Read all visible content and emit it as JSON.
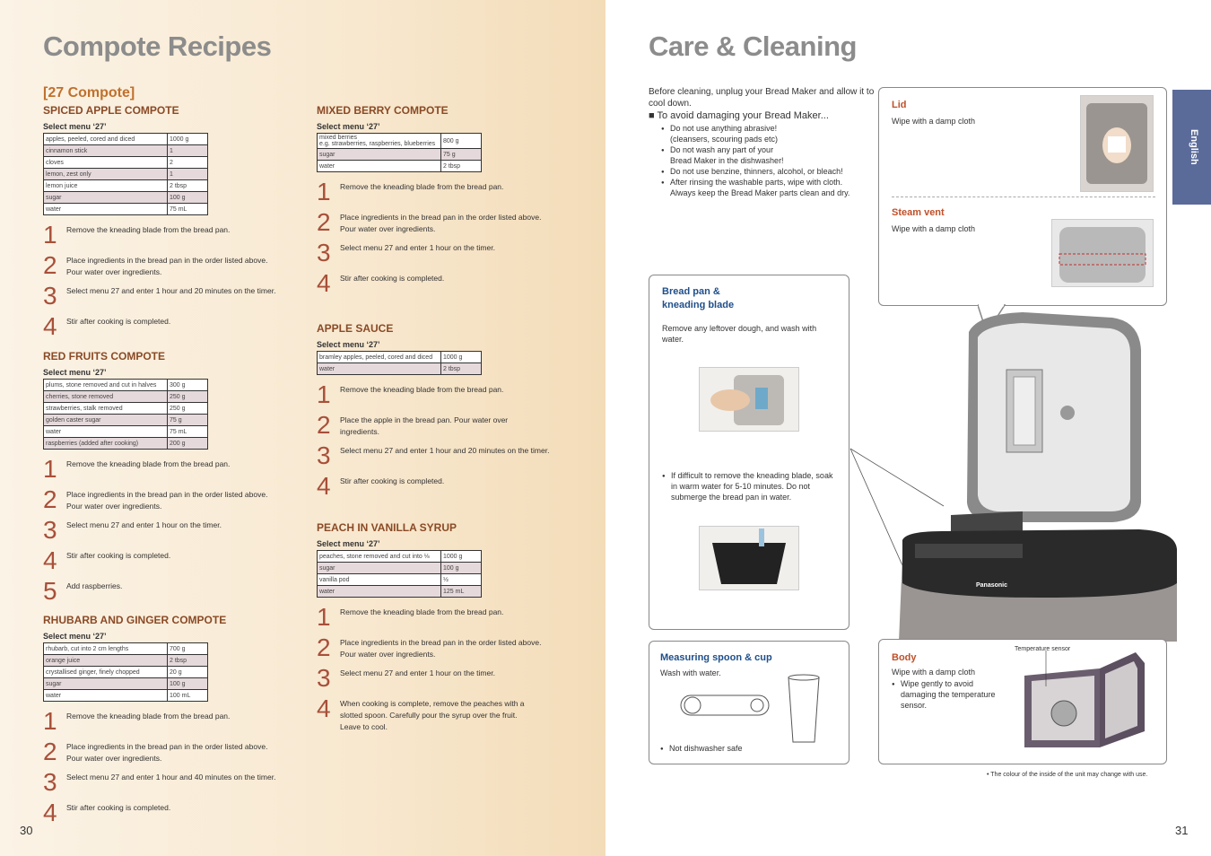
{
  "left": {
    "title": "Compote Recipes",
    "section": "[27 Compote]",
    "page_number": "30",
    "recipes": [
      {
        "title": "SPICED APPLE COMPOTE",
        "select": "Select menu ‘27’",
        "ingredients": [
          [
            "apples, peeled, cored and diced",
            "1000 g"
          ],
          [
            "cinnamon stick",
            "1"
          ],
          [
            "cloves",
            "2"
          ],
          [
            "lemon, zest only",
            "1"
          ],
          [
            "lemon juice",
            "2 tbsp"
          ],
          [
            "sugar",
            "100 g"
          ],
          [
            "water",
            "75 mL"
          ]
        ],
        "steps": [
          "Remove the kneading blade from the bread pan.",
          "Place ingredients in the bread pan in the order listed above.\nPour water over ingredients.",
          "Select menu 27 and enter 1 hour and 20 minutes on the timer.",
          "Stir after cooking is completed."
        ]
      },
      {
        "title": "RED FRUITS COMPOTE",
        "select": "Select menu ‘27’",
        "ingredients": [
          [
            "plums, stone removed and cut in halves",
            "300 g"
          ],
          [
            "cherries, stone removed",
            "250 g"
          ],
          [
            "strawberries, stalk removed",
            "250 g"
          ],
          [
            "golden caster sugar",
            "75 g"
          ],
          [
            "water",
            "75 mL"
          ],
          [
            "raspberries (added after cooking)",
            "200 g"
          ]
        ],
        "steps": [
          "Remove the kneading blade from the bread pan.",
          "Place ingredients in the bread pan in the order listed above.\nPour water over ingredients.",
          "Select menu 27 and enter 1 hour on the timer.",
          "Stir after cooking is completed.",
          "Add raspberries."
        ]
      },
      {
        "title": "RHUBARB AND GINGER COMPOTE",
        "select": "Select menu ‘27’",
        "ingredients": [
          [
            "rhubarb, cut into 2 cm lengths",
            "700 g"
          ],
          [
            "orange juice",
            "2 tbsp"
          ],
          [
            "crystallised ginger, finely chopped",
            "20 g"
          ],
          [
            "sugar",
            "100 g"
          ],
          [
            "water",
            "100 mL"
          ]
        ],
        "steps": [
          "Remove the kneading blade from the bread pan.",
          "Place ingredients in the bread pan in the order listed above.\nPour water over ingredients.",
          "Select menu 27 and enter 1 hour and 40 minutes on the timer.",
          "Stir after cooking is completed."
        ]
      },
      {
        "title": "MIXED BERRY COMPOTE",
        "select": "Select menu ‘27’",
        "ingredients": [
          [
            "mixed berries\ne.g. strawberries, raspberries, blueberries",
            "800 g"
          ],
          [
            "sugar",
            "75 g"
          ],
          [
            "water",
            "2 tbsp"
          ]
        ],
        "steps": [
          "Remove the kneading blade from the bread pan.",
          "Place ingredients in the bread pan in the order listed above.\nPour water over ingredients.",
          "Select menu 27 and enter 1 hour on the timer.",
          "Stir after cooking is completed."
        ]
      },
      {
        "title": "APPLE SAUCE",
        "select": "Select menu ‘27’",
        "ingredients": [
          [
            "bramley apples, peeled, cored and diced",
            "1000 g"
          ],
          [
            "water",
            "2 tbsp"
          ]
        ],
        "steps": [
          "Remove the kneading blade from the bread pan.",
          "Place the apple in the bread pan. Pour water over\ningredients.",
          "Select menu 27 and enter 1 hour and 20 minutes on the timer.",
          "Stir after cooking is completed."
        ]
      },
      {
        "title": "PEACH IN VANILLA SYRUP",
        "select": "Select menu ‘27’",
        "ingredients": [
          [
            "peaches, stone removed and cut into ⅛",
            "1000 g"
          ],
          [
            "sugar",
            "100 g"
          ],
          [
            "vanilla pod",
            "½"
          ],
          [
            "water",
            "125 mL"
          ]
        ],
        "steps": [
          "Remove the kneading blade from the bread pan.",
          "Place ingredients in the bread pan in the order listed above.\nPour water over ingredients.",
          "Select menu 27 and enter 1 hour on the timer.",
          "When cooking is complete, remove the peaches with a\nslotted spoon. Carefully pour the syrup over the fruit.\nLeave to cool."
        ]
      }
    ]
  },
  "right": {
    "title": "Care & Cleaning",
    "page_number": "31",
    "side_tab": "English",
    "intro": "Before cleaning, unplug your Bread Maker and allow it to cool down.",
    "intro_sub": "■ To avoid damaging your Bread Maker...",
    "intro_bullets": [
      "Do not use anything abrasive!\n(cleansers, scouring pads etc)",
      "Do not wash any part of your\nBread Maker in the dishwasher!",
      "Do not use benzine, thinners, alcohol, or bleach!",
      "After rinsing the washable parts, wipe with cloth.\nAlways keep the Bread Maker parts clean and dry."
    ],
    "lid_title": "Lid",
    "lid_text": "Wipe with a damp cloth",
    "vent_title": "Steam vent",
    "vent_text": "Wipe with a damp cloth",
    "pan_title": "Bread pan &\nkneading blade",
    "pan_text": "Remove any leftover dough, and wash with water.",
    "pan_bullet": "If difficult to remove the kneading blade, soak in warm water for 5-10 minutes. Do not submerge the bread pan in water.",
    "spoon_title": "Measuring spoon & cup",
    "spoon_text": "Wash with water.",
    "spoon_bullet": "Not dishwasher safe",
    "body_title": "Body",
    "body_text": "Wipe with a damp cloth",
    "body_bullet": "Wipe gently to avoid damaging the temperature sensor.",
    "sensor_label": "Temperature sensor",
    "brand": "Panasonic",
    "note": "• The colour of the inside of the unit may change with use."
  }
}
